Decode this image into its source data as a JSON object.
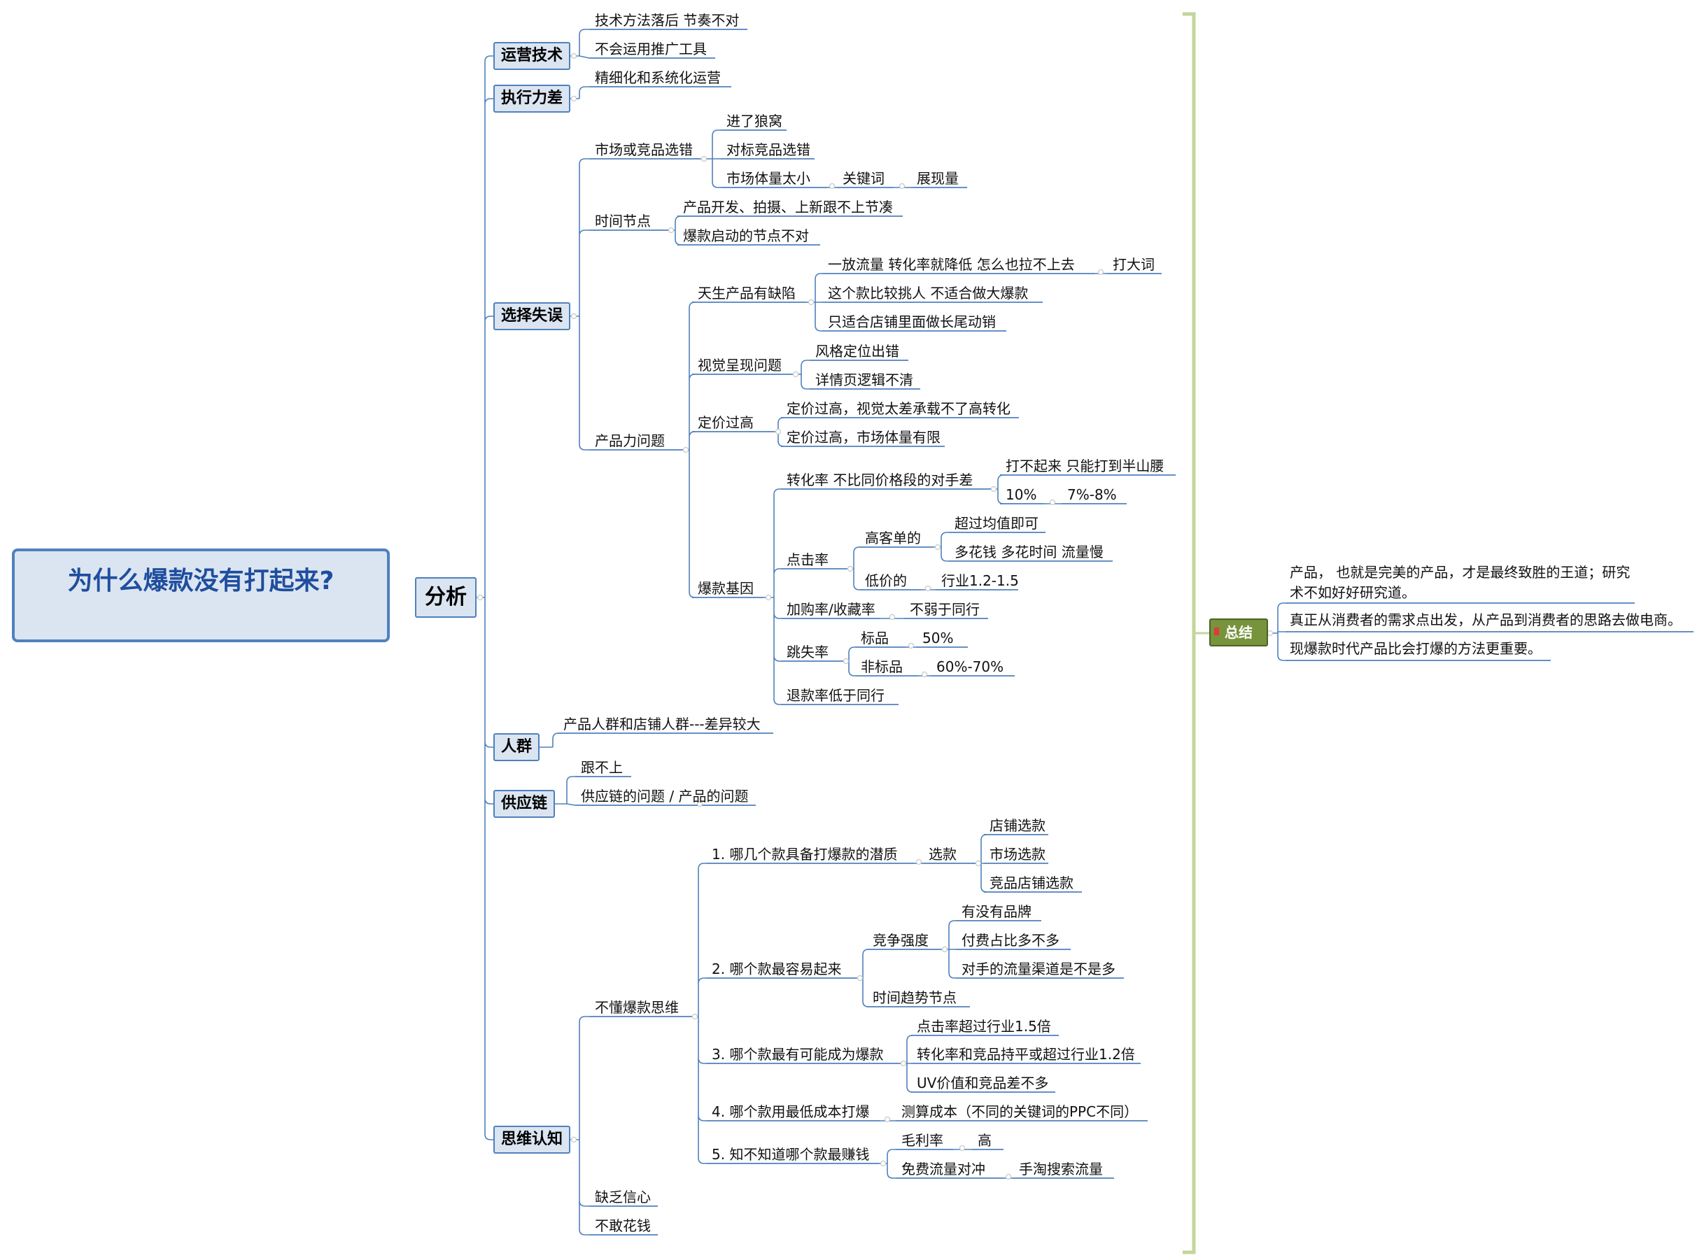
{
  "root": {
    "title": "为什么爆款没有打起来?"
  },
  "branch": {
    "label": "分析"
  },
  "summary": {
    "label": "总结",
    "points": [
      "产品， 也就是完美的产品，才是最终致胜的王道；研究术不如好好研究道。",
      "真正从消费者的需求点出发，从产品到消费者的思路去做电商。",
      "现爆款时代产品比会打爆的方法更重要。"
    ]
  },
  "colors": {
    "line": "#4f81bd",
    "box_fill": "#dbe5f1",
    "summary": "#77933c",
    "bracket": "#c3d69b",
    "collapse_dot": "#d0d0d0"
  },
  "icons": {
    "summary_marker": "red-flag-icon",
    "collapse_marker": "collapse-dot-icon"
  },
  "nodes": {
    "n1": "运营技术",
    "n2": "技术方法落后 节奏不对",
    "n3": "不会运用推广工具",
    "n4": "执行力差",
    "n5": "精细化和系统化运营",
    "n6": "选择失误",
    "n7": "市场或竞品选错",
    "n8": "进了狼窝",
    "n9": "对标竞品选错",
    "n10": "市场体量太小",
    "n11": "关键词",
    "n12": "展现量",
    "n13": "时间节点",
    "n14": "产品开发、拍摄、上新跟不上节凑",
    "n15": "爆款启动的节点不对",
    "n16": "产品力问题",
    "n17": "天生产品有缺陷",
    "n18": "一放流量 转化率就降低  怎么也拉不上去",
    "n19": "打大词",
    "n20": "这个款比较挑人  不适合做大爆款",
    "n21": "只适合店铺里面做长尾动销",
    "n22": "视觉呈现问题",
    "n23": "风格定位出错",
    "n24": "详情页逻辑不清",
    "n25": "定价过高",
    "n26": "定价过高，视觉太差承载不了高转化",
    "n27": "定价过高，市场体量有限",
    "n28": "爆款基因",
    "n29": "转化率 不比同价格段的对手差",
    "n30": "打不起来  只能打到半山腰",
    "n31": "10%",
    "n32": "7%-8%",
    "n33": "点击率",
    "n34": "高客单的",
    "n35": "超过均值即可",
    "n36": "多花钱 多花时间  流量慢",
    "n37": "低价的",
    "n38": "行业1.2-1.5",
    "n39": "加购率/收藏率",
    "n40": "不弱于同行",
    "n41": "跳失率",
    "n42": "标品",
    "n43": "50%",
    "n44": "非标品",
    "n45": "60%-70%",
    "n46": "退款率低于同行",
    "n47": "人群",
    "n48": "产品人群和店铺人群---差异较大",
    "n49": "供应链",
    "n50": "跟不上",
    "n51": "供应链的问题 / 产品的问题",
    "n52": "思维认知",
    "n53": "不懂爆款思维",
    "n54": "1. 哪几个款具备打爆款的潜质",
    "n55": "选款",
    "n56": "店铺选款",
    "n57": "市场选款",
    "n58": "竞品店铺选款",
    "n59": "2. 哪个款最容易起来",
    "n60": "竞争强度",
    "n61": "有没有品牌",
    "n62": "付费占比多不多",
    "n63": "对手的流量渠道是不是多",
    "n64": "时间趋势节点",
    "n65": "3. 哪个款最有可能成为爆款",
    "n66": "点击率超过行业1.5倍",
    "n67": "转化率和竞品持平或超过行业1.2倍",
    "n68": "UV价值和竞品差不多",
    "n69": "4. 哪个款用最低成本打爆",
    "n70": "测算成本（不同的关键词的PPC不同）",
    "n71": "5. 知不知道哪个款最赚钱",
    "n72": "毛利率",
    "n73": "高",
    "n74": "免费流量对冲",
    "n75": "手淘搜索流量",
    "n76": "缺乏信心",
    "n77": "不敢花钱"
  }
}
